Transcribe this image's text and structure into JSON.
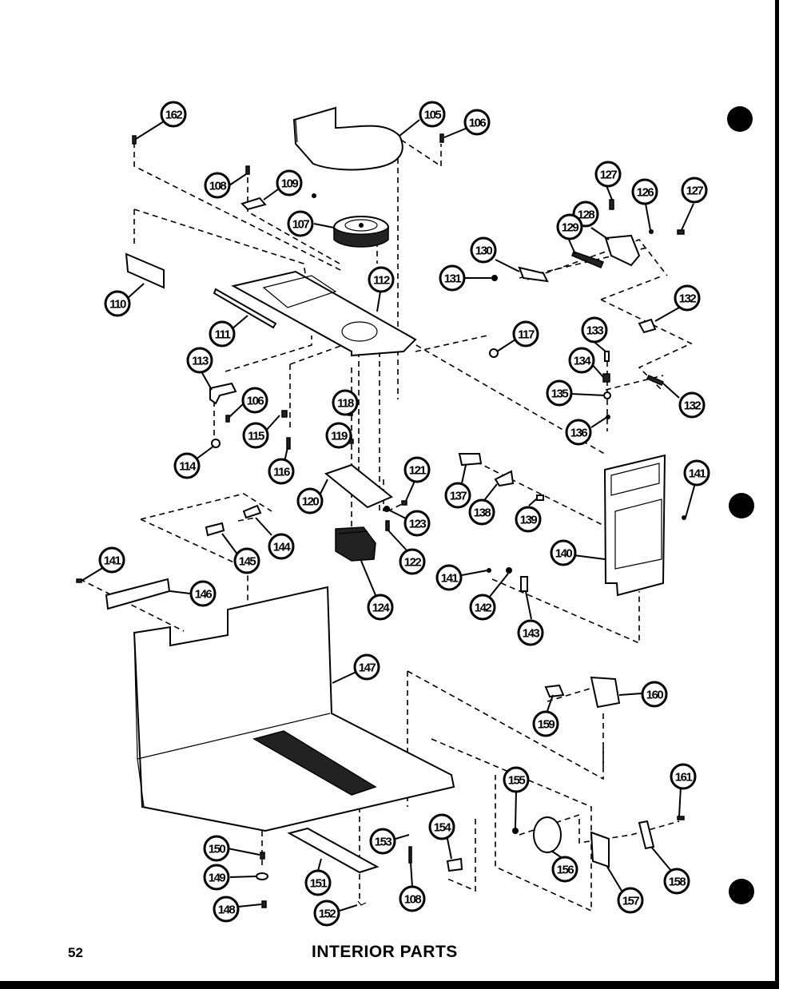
{
  "page": {
    "number": "52",
    "title": "INTERIOR PARTS"
  },
  "callouts": [
    {
      "label": "162"
    },
    {
      "label": "105"
    },
    {
      "label": "106"
    },
    {
      "label": "108"
    },
    {
      "label": "109"
    },
    {
      "label": "107"
    },
    {
      "label": "110"
    },
    {
      "label": "111"
    },
    {
      "label": "112"
    },
    {
      "label": "113"
    },
    {
      "label": "106"
    },
    {
      "label": "114"
    },
    {
      "label": "115"
    },
    {
      "label": "116"
    },
    {
      "label": "118"
    },
    {
      "label": "119"
    },
    {
      "label": "120"
    },
    {
      "label": "121"
    },
    {
      "label": "123"
    },
    {
      "label": "122"
    },
    {
      "label": "124"
    },
    {
      "label": "117"
    },
    {
      "label": "127"
    },
    {
      "label": "126"
    },
    {
      "label": "127"
    },
    {
      "label": "128"
    },
    {
      "label": "129"
    },
    {
      "label": "130"
    },
    {
      "label": "131"
    },
    {
      "label": "132"
    },
    {
      "label": "133"
    },
    {
      "label": "134"
    },
    {
      "label": "135"
    },
    {
      "label": "136"
    },
    {
      "label": "132"
    },
    {
      "label": "137"
    },
    {
      "label": "138"
    },
    {
      "label": "139"
    },
    {
      "label": "141"
    },
    {
      "label": "140"
    },
    {
      "label": "141"
    },
    {
      "label": "142"
    },
    {
      "label": "143"
    },
    {
      "label": "144"
    },
    {
      "label": "145"
    },
    {
      "label": "141"
    },
    {
      "label": "146"
    },
    {
      "label": "147"
    },
    {
      "label": "159"
    },
    {
      "label": "160"
    },
    {
      "label": "155"
    },
    {
      "label": "161"
    },
    {
      "label": "156"
    },
    {
      "label": "157"
    },
    {
      "label": "158"
    },
    {
      "label": "150"
    },
    {
      "label": "149"
    },
    {
      "label": "148"
    },
    {
      "label": "151"
    },
    {
      "label": "152"
    },
    {
      "label": "153"
    },
    {
      "label": "154"
    },
    {
      "label": "108"
    }
  ]
}
